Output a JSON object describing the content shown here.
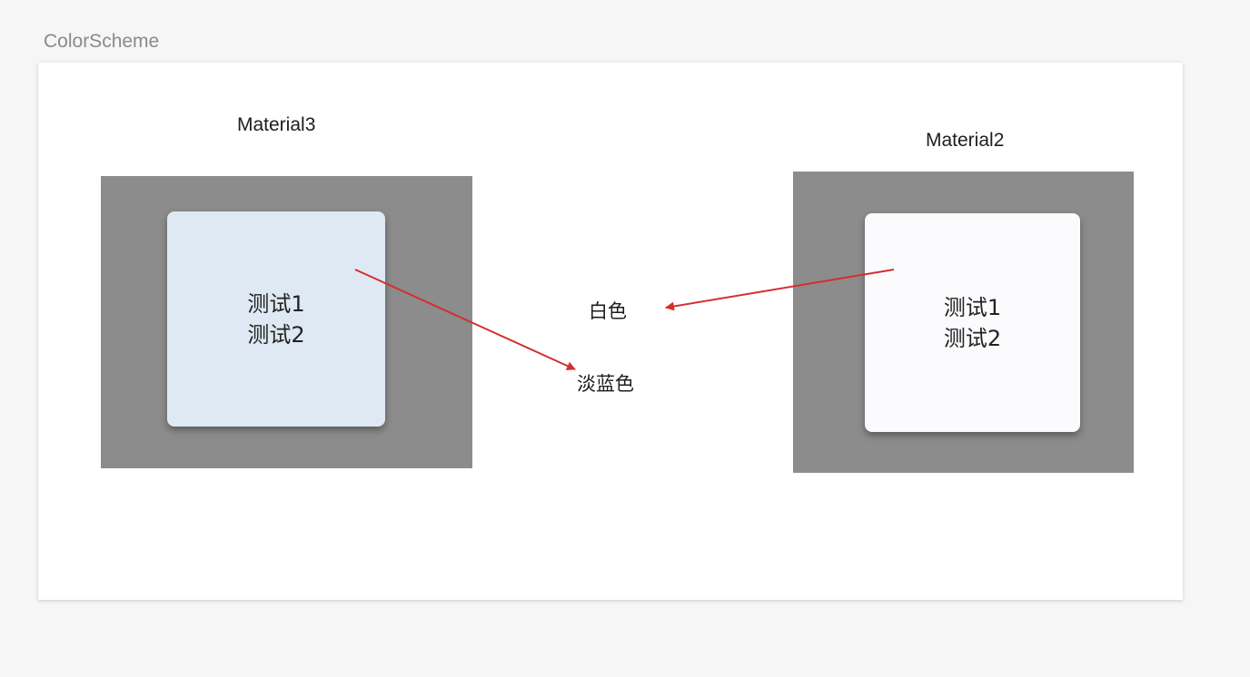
{
  "page_title": "ColorScheme",
  "colors": {
    "m3_card": "#dfe9f4",
    "m2_card": "#fbfbfe",
    "backdrop": "#8c8c8c",
    "arrow": "#d32f2f"
  },
  "material3": {
    "label": "Material3",
    "line1": "测试1",
    "line2": "测试2"
  },
  "material2": {
    "label": "Material2",
    "line1": "测试1",
    "line2": "测试2"
  },
  "annotations": {
    "white": "白色",
    "light_blue": "淡蓝色"
  }
}
